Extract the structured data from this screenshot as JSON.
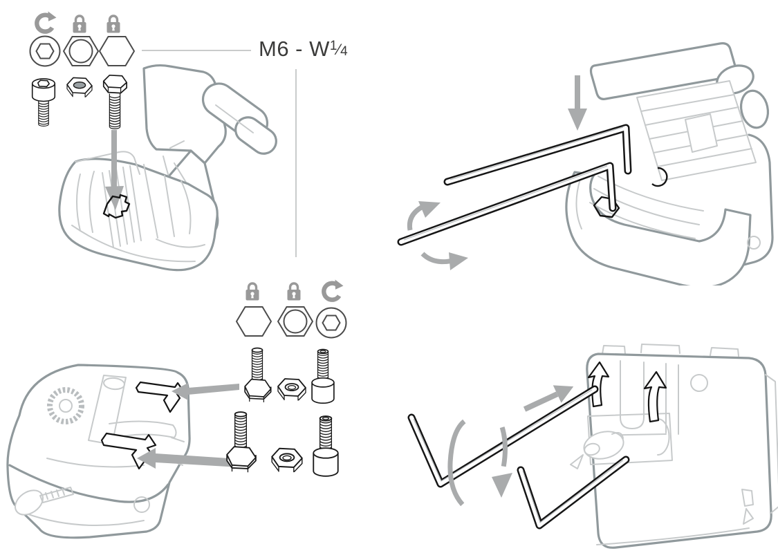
{
  "background": "#ffffff",
  "colors": {
    "icon_gray": "#999999",
    "arrow_gray": "#a9abac",
    "device_outline_gray": "#90999c",
    "device_detail_gray": "#c7cacb",
    "fastener_line_black": "#1a1a1a",
    "label_text": "#3b3b3a",
    "leader_line_gray": "#c9cbcb"
  },
  "size_label": {
    "prefix": "M6 - W",
    "fraction_numerator": "1",
    "fraction_slash": "⁄",
    "fraction_denominator": "4"
  },
  "legend_top": {
    "action_icons": [
      "rotate-clockwise",
      "lock",
      "lock"
    ],
    "fastener_head_icons": [
      "socket-head",
      "hex-nut",
      "hex-bolt-head"
    ]
  },
  "legend_bottom": {
    "action_icons": [
      "lock",
      "lock",
      "rotate-clockwise"
    ],
    "fastener_head_icons": [
      "hex-bolt-head",
      "hex-nut",
      "socket-head"
    ]
  },
  "fasteners_top": [
    "socket-head-screw",
    "hex-nut",
    "hex-bolt"
  ],
  "fasteners_bottom_row1": [
    "hex-bolt",
    "hex-nut",
    "socket-head-screw"
  ],
  "fasteners_bottom_row2": [
    "hex-bolt",
    "hex-nut",
    "socket-head-screw"
  ]
}
